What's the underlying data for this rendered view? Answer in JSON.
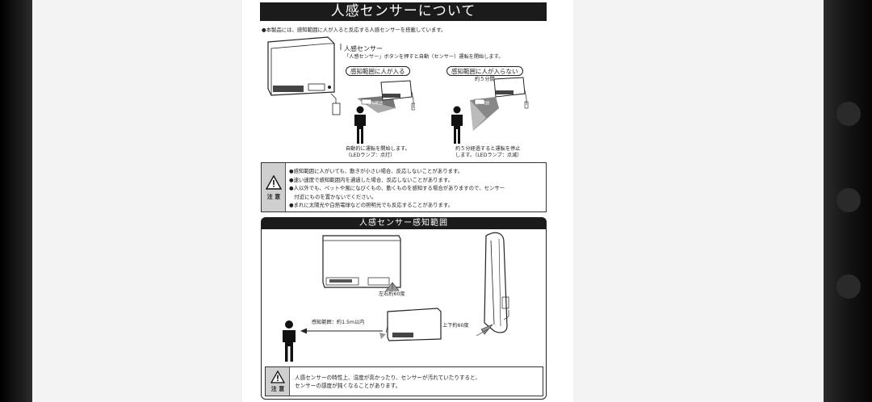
{
  "title": "人感センサーについて",
  "intro": "●本製品には、感知範囲に人が入ると反応する人感センサーを搭載しています。",
  "sensor": {
    "lead": "人感センサー",
    "description": "「人感センサー」ボタンを押すと自動（センサー）運転を開始します。"
  },
  "scenarios": {
    "enter": {
      "label": "感知範囲に人が入る",
      "caption_line1": "自動的に運転を開始します。",
      "caption_line2": "（LEDランプ：点灯）",
      "range_tag": "感知範囲"
    },
    "leave": {
      "label": "感知範囲に人が入らない",
      "delay": "約５分間",
      "caption_line1": "約５分経過すると運転を停止",
      "caption_line2": "します。（LEDランプ：点滅）",
      "range_tag": "感知範囲"
    }
  },
  "caution": {
    "label": "注 意",
    "items": [
      "●感知範囲に人がいても、動きが小さい場合、反応しないことがあります。",
      "●速い速度で感知範囲内を通過した場合、反応しないことがあります。",
      "●人以外でも、ペットや風になびくもの、動くものを感知する場合がありますので、センサー",
      "　付近にものを置かないでください。",
      "●まれに太陽光や白熱電球などの照明光でも反応することがあります。"
    ]
  },
  "range": {
    "header": "人感センサー感知範囲",
    "horizontal_angle": "左右約60度",
    "vertical_angle": "上下約60度",
    "distance": "感知範囲：約1.5m以内"
  },
  "bottom_note": {
    "label": "注 意",
    "line1": "人感センサーの特性上、湿度が高かったり、センサーが汚れていたりすると、",
    "line2": "センサーの感度が鈍くなることがあります。"
  }
}
